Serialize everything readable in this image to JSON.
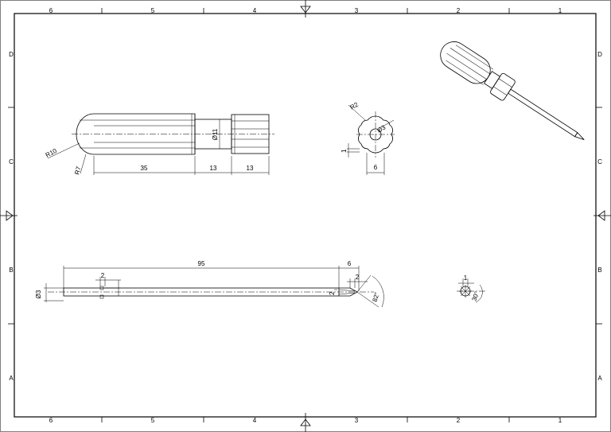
{
  "zones": {
    "columns": [
      "6",
      "5",
      "4",
      "3",
      "2",
      "1"
    ],
    "rows": [
      "D",
      "C",
      "B",
      "A"
    ]
  },
  "dimensions": {
    "handle_length_35": "35",
    "neck_length_13": "13",
    "collar_length_13": "13",
    "neck_diameter": "Ø11",
    "tip_radius_r10": "R10",
    "fillet_radius_r7": "R7",
    "profile_radius_r2": "R2",
    "bore_diameter": "Ø3",
    "lobe_width_6": "6",
    "lobe_depth_1": "1",
    "shaft_length_95": "95",
    "tip_length_6": "6",
    "tip_flat_2": "2",
    "tip_width_2": "2",
    "shaft_diameter": "Ø3",
    "flat_length_2": "2",
    "tip_angle": "82°",
    "end_view_1": "1",
    "end_view_angle": "30°"
  }
}
